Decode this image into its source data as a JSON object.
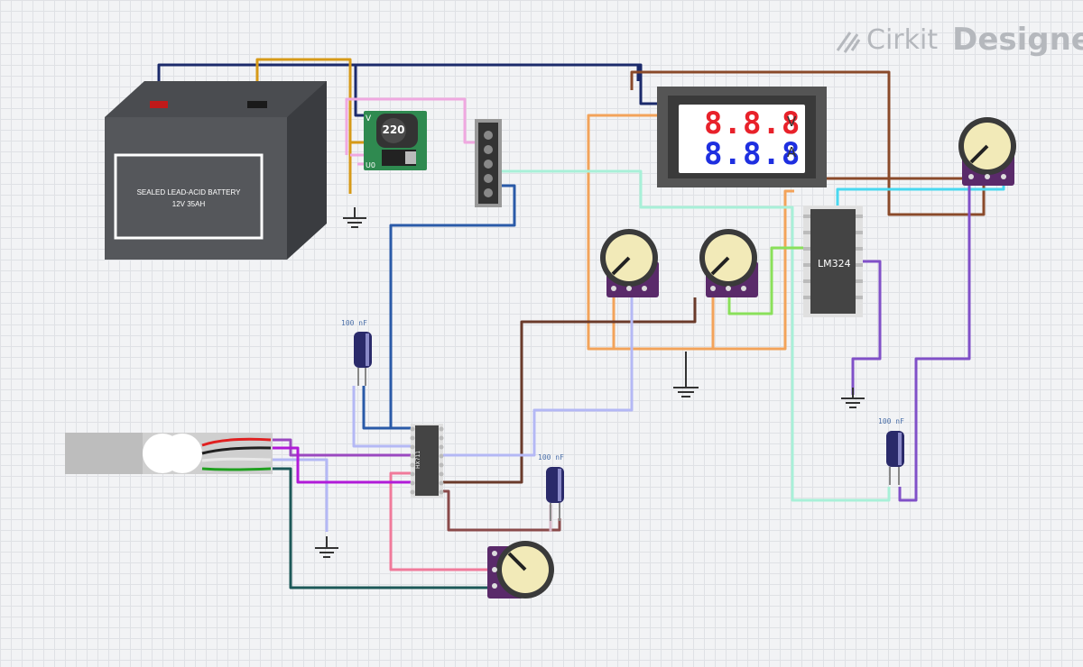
{
  "brand": {
    "word1": "Cirkit",
    "word2": "Designer"
  },
  "battery": {
    "line1": "SEALED LEAD-ACID BATTERY",
    "line2": "12V 35AH"
  },
  "meter": {
    "top_digits": "8.8.8",
    "top_unit": "V",
    "bottom_digits": "8.8.8",
    "bottom_unit": "A"
  },
  "opamp": {
    "label": "LM324"
  },
  "converter": {
    "inductor": "220"
  },
  "adc": {
    "label": "HX711"
  },
  "capacitors": {
    "c1": "100 nF",
    "c2": "100 nF",
    "c3": "100 nF"
  },
  "colors": {
    "navy": "#1b2a6b",
    "gold": "#d69a18",
    "pink": "#f0a8e0",
    "brown": "#8a4a2a",
    "orange": "#f3a35a",
    "mint": "#a8f0d8",
    "cyan": "#4ad8f0",
    "purple": "#8050c8",
    "blue": "#2a5aa8",
    "lavender": "#b4b8f5",
    "dkbrown": "#6a3a2a",
    "magenta": "#b01ad8",
    "rose": "#f07a9a",
    "teal": "#1c5858",
    "green": "#8ae05a"
  }
}
